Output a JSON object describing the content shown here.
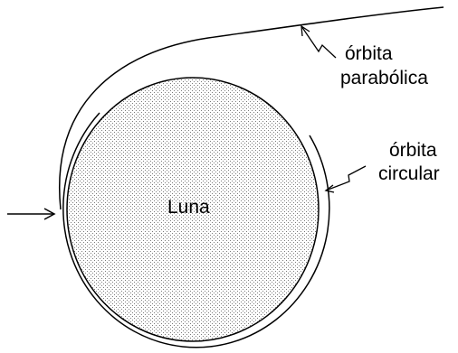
{
  "diagram": {
    "body_label": "Luna",
    "parabolic_label_line1": "órbita",
    "parabolic_label_line2": "parabólica",
    "circular_label_line1": "órbita",
    "circular_label_line2": "circular"
  },
  "colors": {
    "line": "#000000",
    "dot": "#7a7a7a",
    "background": "#ffffff"
  }
}
